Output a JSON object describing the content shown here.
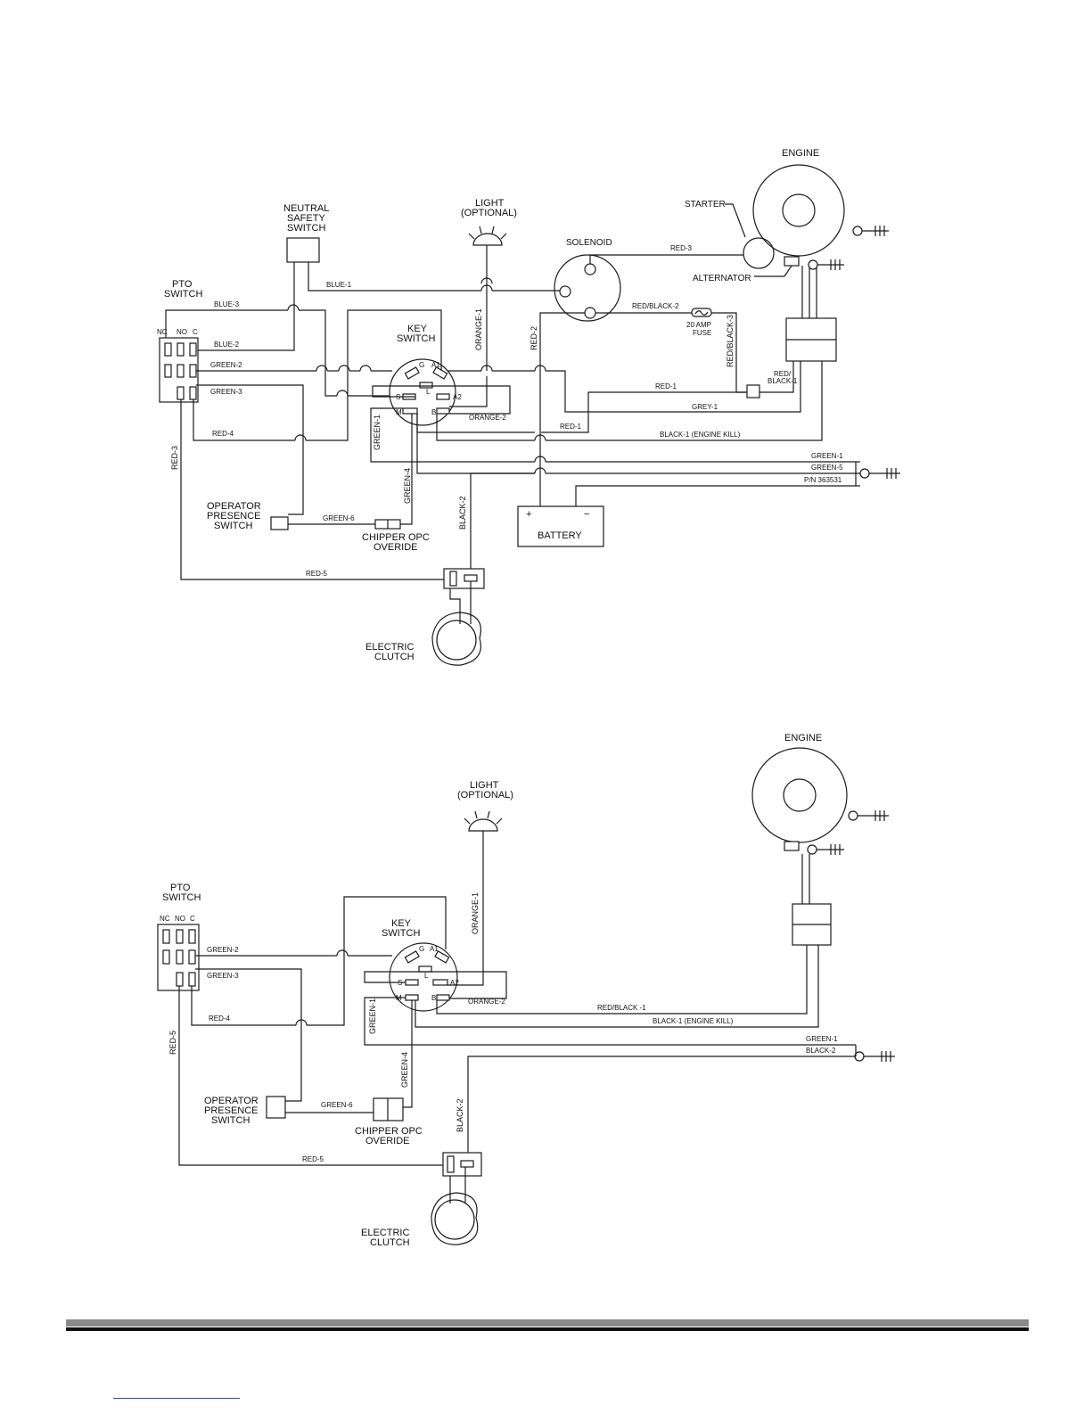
{
  "diagram_top": {
    "engine": "ENGINE",
    "starter": "STARTER",
    "alternator": "ALTERNATOR",
    "solenoid": "SOLENOID",
    "light_1": "LIGHT",
    "light_2": "(OPTIONAL)",
    "neutral_1": "NEUTRAL",
    "neutral_2": "SAFETY",
    "neutral_3": "SWITCH",
    "pto_1": "PTO",
    "pto_2": "SWITCH",
    "pto_nc": "NC",
    "pto_no": "NO",
    "pto_c": "C",
    "key_1": "KEY",
    "key_2": "SWITCH",
    "key_g": "G",
    "key_a1": "A1",
    "key_l": "L",
    "key_s": "S",
    "key_a2": "A2",
    "key_m": "M",
    "key_b": "B",
    "fuse_1": "20 AMP",
    "fuse_2": "FUSE",
    "red_black_1a": "RED/",
    "red_black_1b": "BLACK-1",
    "battery": "BATTERY",
    "bat_plus": "+",
    "bat_minus": "−",
    "opp_1": "OPERATOR",
    "opp_2": "PRESENCE",
    "opp_3": "SWITCH",
    "chip_1": "CHIPPER OPC",
    "chip_2": "OVERIDE",
    "clutch_1": "ELECTRIC",
    "clutch_2": "CLUTCH",
    "w_blue1": "BLUE-1",
    "w_blue3": "BLUE-3",
    "w_blue2": "BLUE-2",
    "w_green2": "GREEN-2",
    "w_green3": "GREEN-3",
    "w_red4": "RED-4",
    "w_red3v": "RED-3",
    "w_red3": "RED-3",
    "w_redblack2": "RED/BLACK-2",
    "w_redblack3": "RED/BLACK-3",
    "w_orange1": "ORANGE-1",
    "w_red2": "RED-2",
    "w_red1a": "RED-1",
    "w_grey1": "GREY-1",
    "w_orange2": "ORANGE-2",
    "w_red1b": "RED-1",
    "w_black1": "BLACK-1 (ENGINE KILL)",
    "w_green1h": "GREEN-1",
    "w_green5": "GREEN-5",
    "w_pn": "P/N 363531",
    "w_green1v": "GREEN-1",
    "w_green4": "GREEN-4",
    "w_green6": "GREEN-6",
    "w_black2": "BLACK-2",
    "w_red5": "RED-5"
  },
  "diagram_bottom": {
    "engine": "ENGINE",
    "light_1": "LIGHT",
    "light_2": "(OPTIONAL)",
    "pto_1": "PTO",
    "pto_2": "SWITCH",
    "pto_nc": "NC",
    "pto_no": "NO",
    "pto_c": "C",
    "key_1": "KEY",
    "key_2": "SWITCH",
    "key_g": "G",
    "key_a1": "A1",
    "key_l": "L",
    "key_s": "S",
    "key_a2": "A2",
    "key_m": "M",
    "key_b": "B",
    "opp_1": "OPERATOR",
    "opp_2": "PRESENCE",
    "opp_3": "SWITCH",
    "chip_1": "CHIPPER OPC",
    "chip_2": "OVERIDE",
    "clutch_1": "ELECTRIC",
    "clutch_2": "CLUTCH",
    "w_green2": "GREEN-2",
    "w_green3": "GREEN-3",
    "w_red4": "RED-4",
    "w_red5v": "RED-5",
    "w_orange1": "ORANGE-1",
    "w_orange2": "ORANGE-2",
    "w_redblack1": "RED/BLACK -1",
    "w_black1": "BLACK-1 (ENGINE KILL)",
    "w_green1h": "GREEN-1",
    "w_black2h": "BLACK-2",
    "w_green1v": "GREEN-1",
    "w_green4": "GREEN-4",
    "w_green6": "GREEN-6",
    "w_black2v": "BLACK-2",
    "w_red5": "RED-5"
  }
}
